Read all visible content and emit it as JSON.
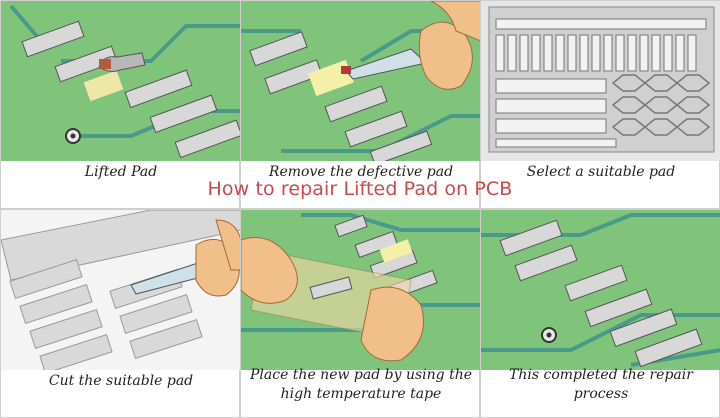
{
  "overlay_title": "How to repair Lifted Pad on PCB",
  "steps": [
    {
      "caption": "Lifted Pad"
    },
    {
      "caption": "Remove the defective pad"
    },
    {
      "caption": "Select a suitable pad"
    },
    {
      "caption": "Cut the suitable pad"
    },
    {
      "caption": "Place the new pad by using the high temperature tape"
    },
    {
      "caption": "This completed the repair process"
    }
  ],
  "colors": {
    "board": "#7fc47a",
    "trace": "#4a9a8a",
    "pad": "#cfcfcf",
    "overlay": "#c94a4a"
  }
}
